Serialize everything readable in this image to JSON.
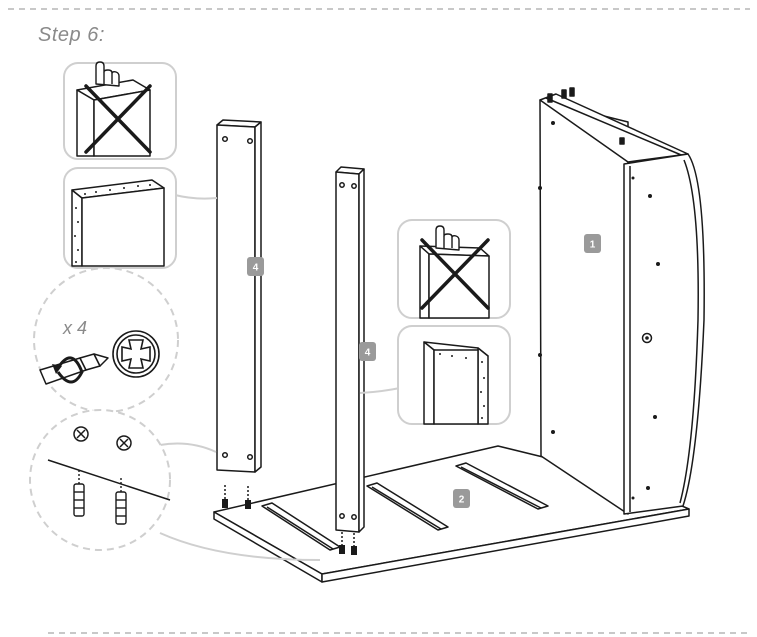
{
  "step": {
    "title": "Step 6:"
  },
  "parts": {
    "side_panel": "1",
    "bottom_panel": "2",
    "left_post": "4",
    "middle_post": "4"
  },
  "details": {
    "quantity": "x 4"
  },
  "colors": {
    "line": "#1a1a1a",
    "badge": "#9a9a9a",
    "callout": "#cfcfcf",
    "dash": "#a8a8a8",
    "title": "#8a8a8a"
  },
  "icons": [
    "hand-icon",
    "cross-icon",
    "rotate-icon",
    "cam-lock-icon",
    "screw-icon",
    "dowel-icon"
  ]
}
